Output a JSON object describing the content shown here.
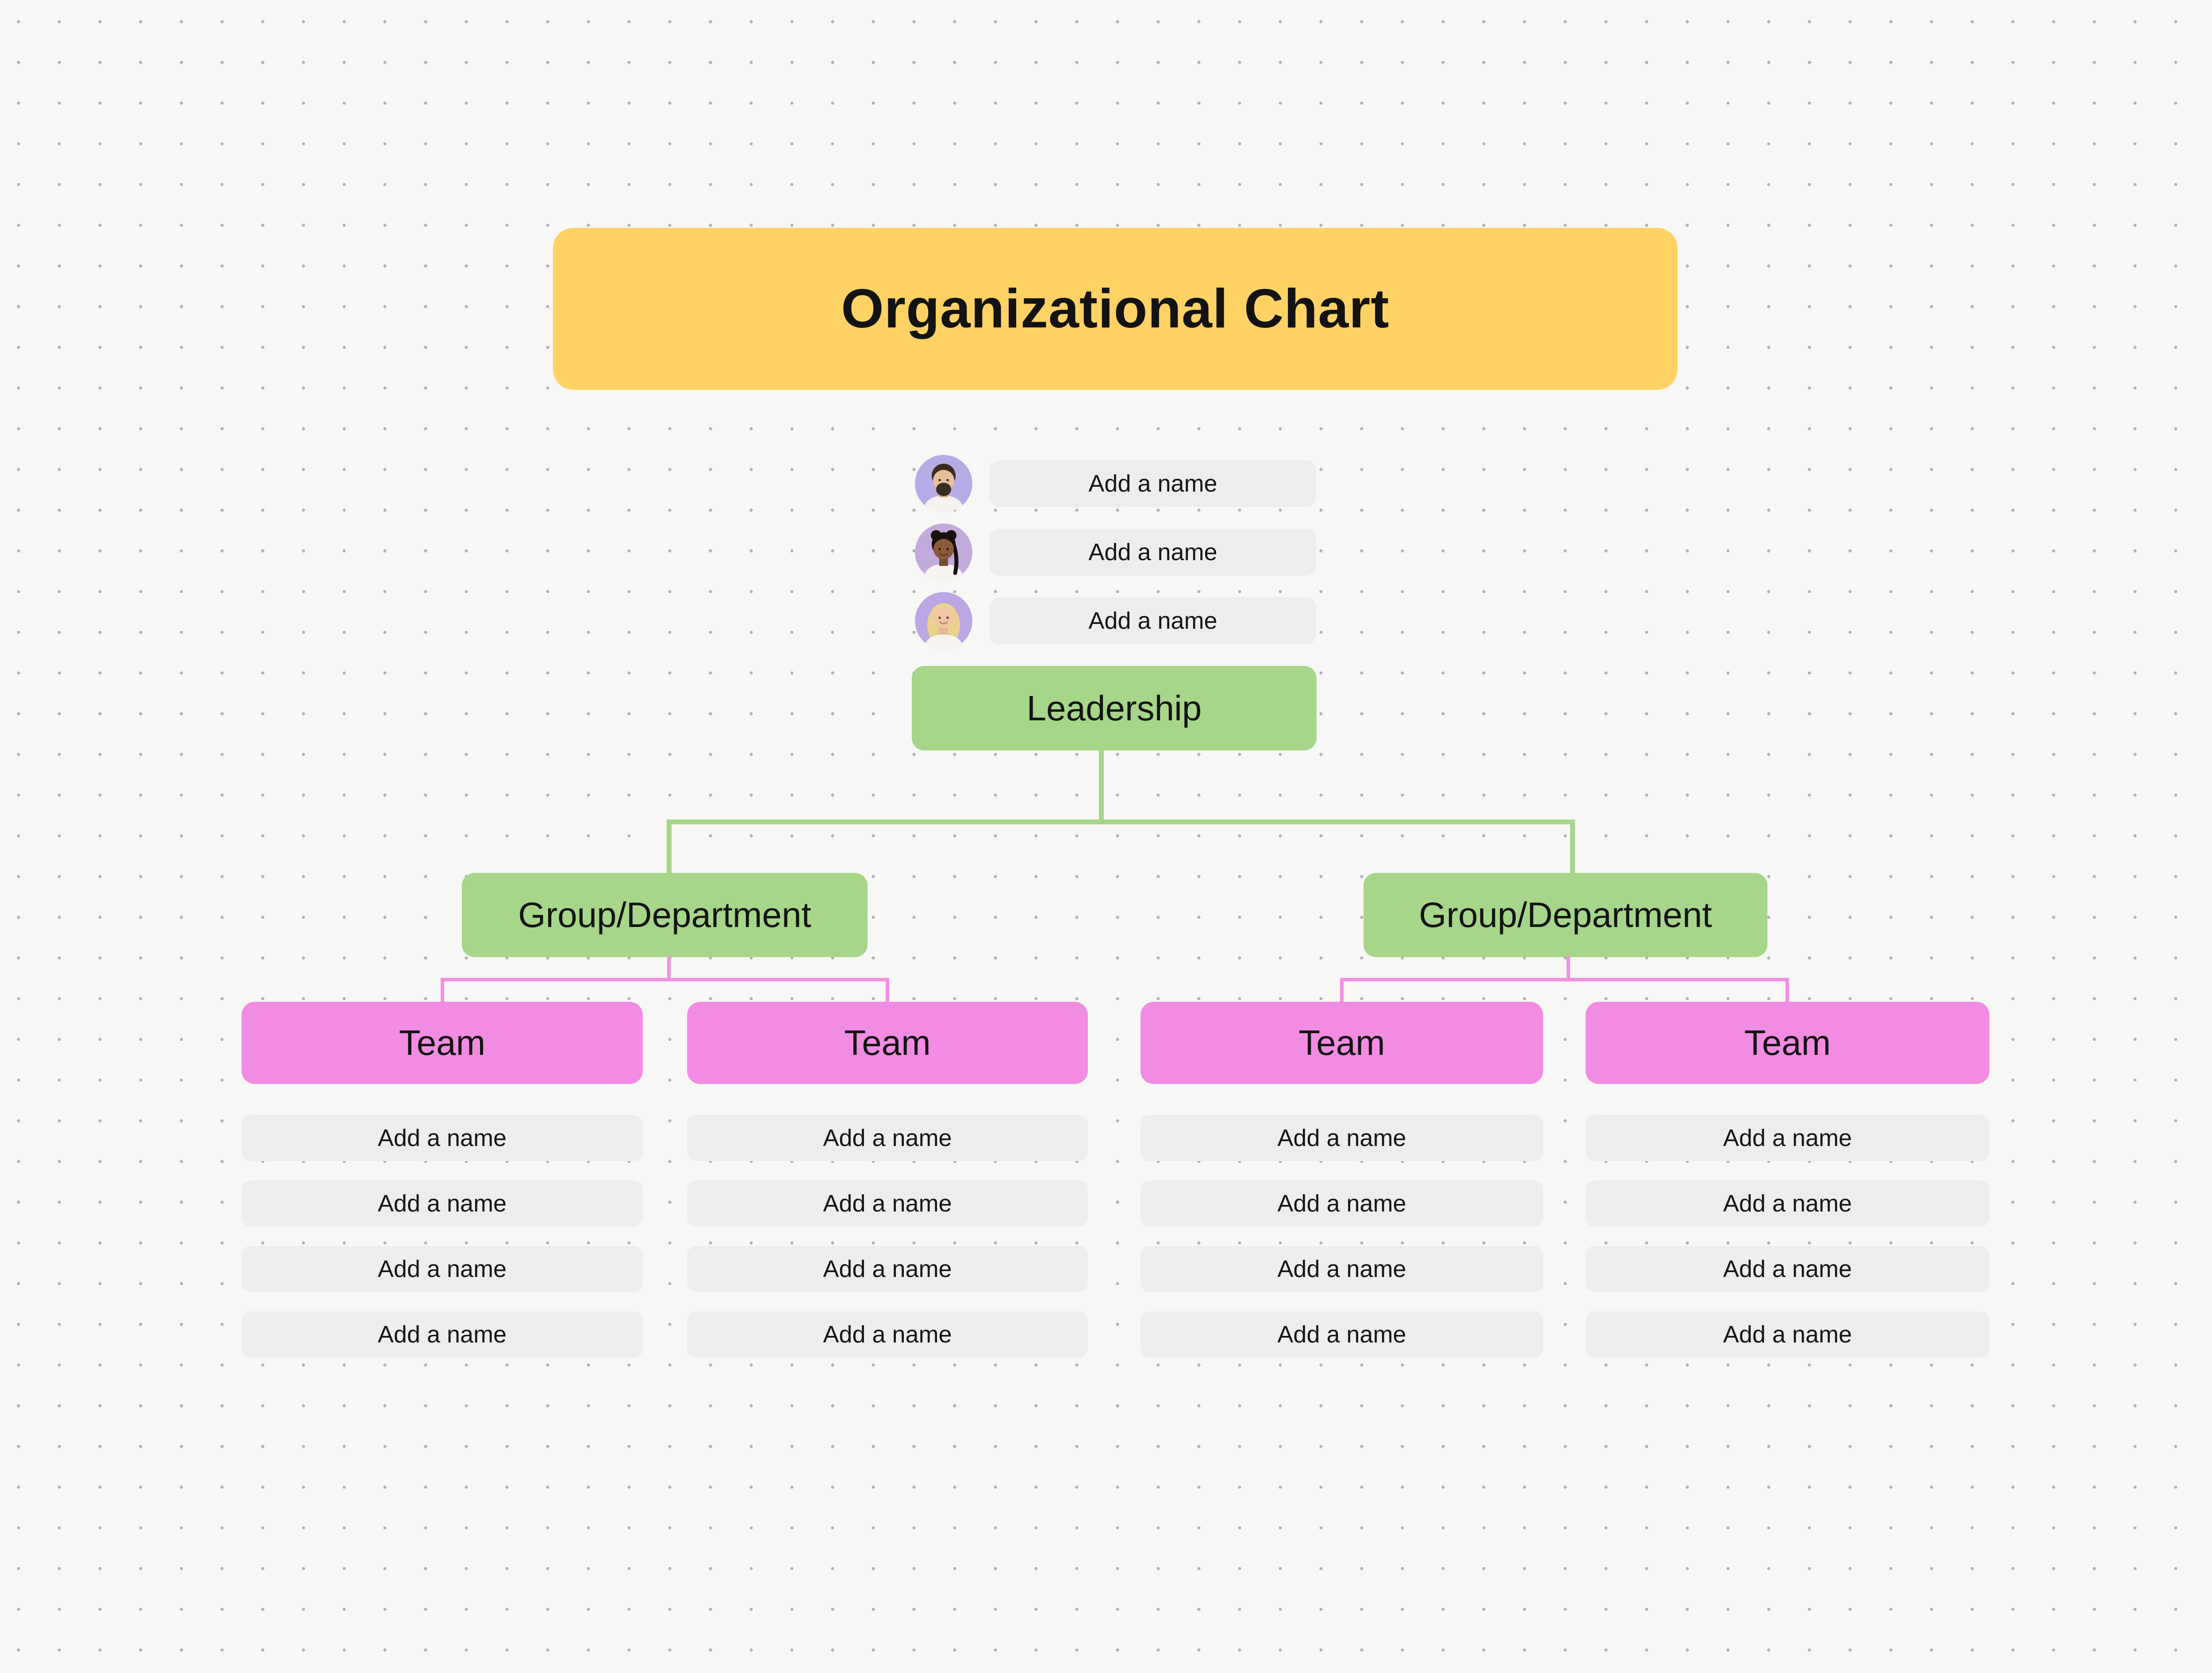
{
  "page": {
    "title_label": "Organizational Chart"
  },
  "colors": {
    "background": "#F7F7F5",
    "grid_dot": "#AEB2B8",
    "title_fill": "#FFD266",
    "node_green": "#A6D689",
    "node_pink": "#F28CE2",
    "connector_green": "#A6D689",
    "connector_pink": "#F390E2",
    "name_field_fill": "#EDEDEB",
    "text": "#131313"
  },
  "leadership": {
    "label": "Leadership",
    "members": [
      {
        "placeholder": "Add a name",
        "avatar": "man-dark-hair-beard"
      },
      {
        "placeholder": "Add a name",
        "avatar": "woman-black-hair-buns"
      },
      {
        "placeholder": "Add a name",
        "avatar": "woman-blonde-hair"
      }
    ]
  },
  "groups": [
    {
      "label": "Group/Department",
      "teams": [
        {
          "label": "Team",
          "members": [
            "Add a name",
            "Add a name",
            "Add a name",
            "Add a name"
          ]
        },
        {
          "label": "Team",
          "members": [
            "Add a name",
            "Add a name",
            "Add a name",
            "Add a name"
          ]
        }
      ]
    },
    {
      "label": "Group/Department",
      "teams": [
        {
          "label": "Team",
          "members": [
            "Add a name",
            "Add a name",
            "Add a name",
            "Add a name"
          ]
        },
        {
          "label": "Team",
          "members": [
            "Add a name",
            "Add a name",
            "Add a name",
            "Add a name"
          ]
        }
      ]
    }
  ]
}
